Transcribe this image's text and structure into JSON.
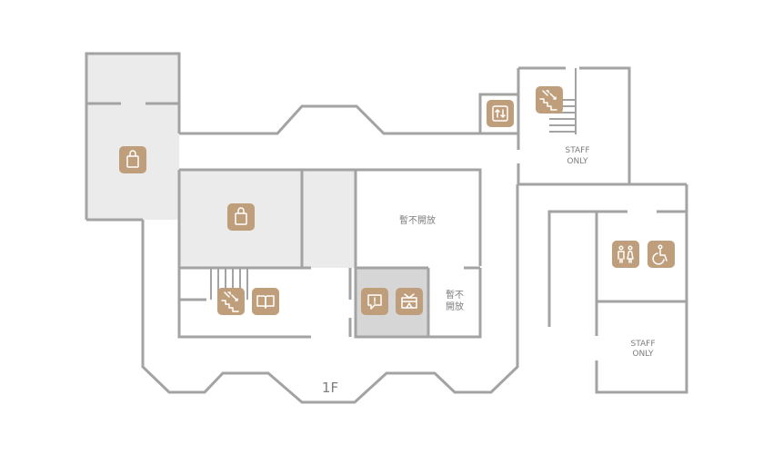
{
  "map": {
    "floor_label": "1F",
    "rooms": {
      "closed_large": "暫不開放",
      "closed_small_line1": "暫不",
      "closed_small_line2": "開放",
      "staff_top_line1": "STAFF",
      "staff_top_line2": "ONLY",
      "staff_bottom_line1": "STAFF",
      "staff_bottom_line2": "ONLY"
    },
    "icons": [
      "shopping-bag-icon",
      "shopping-bag-icon",
      "stairs-icon",
      "book-icon",
      "information-icon",
      "gift-icon",
      "elevator-icon",
      "stairs-icon",
      "restroom-icon",
      "accessible-icon"
    ]
  },
  "colors": {
    "wall": "#a3a3a3",
    "shop_area": "#ebebeb",
    "service_area": "#d6d6d6",
    "icon_background": "#bf9e7b",
    "text": "#7d7d7d"
  }
}
